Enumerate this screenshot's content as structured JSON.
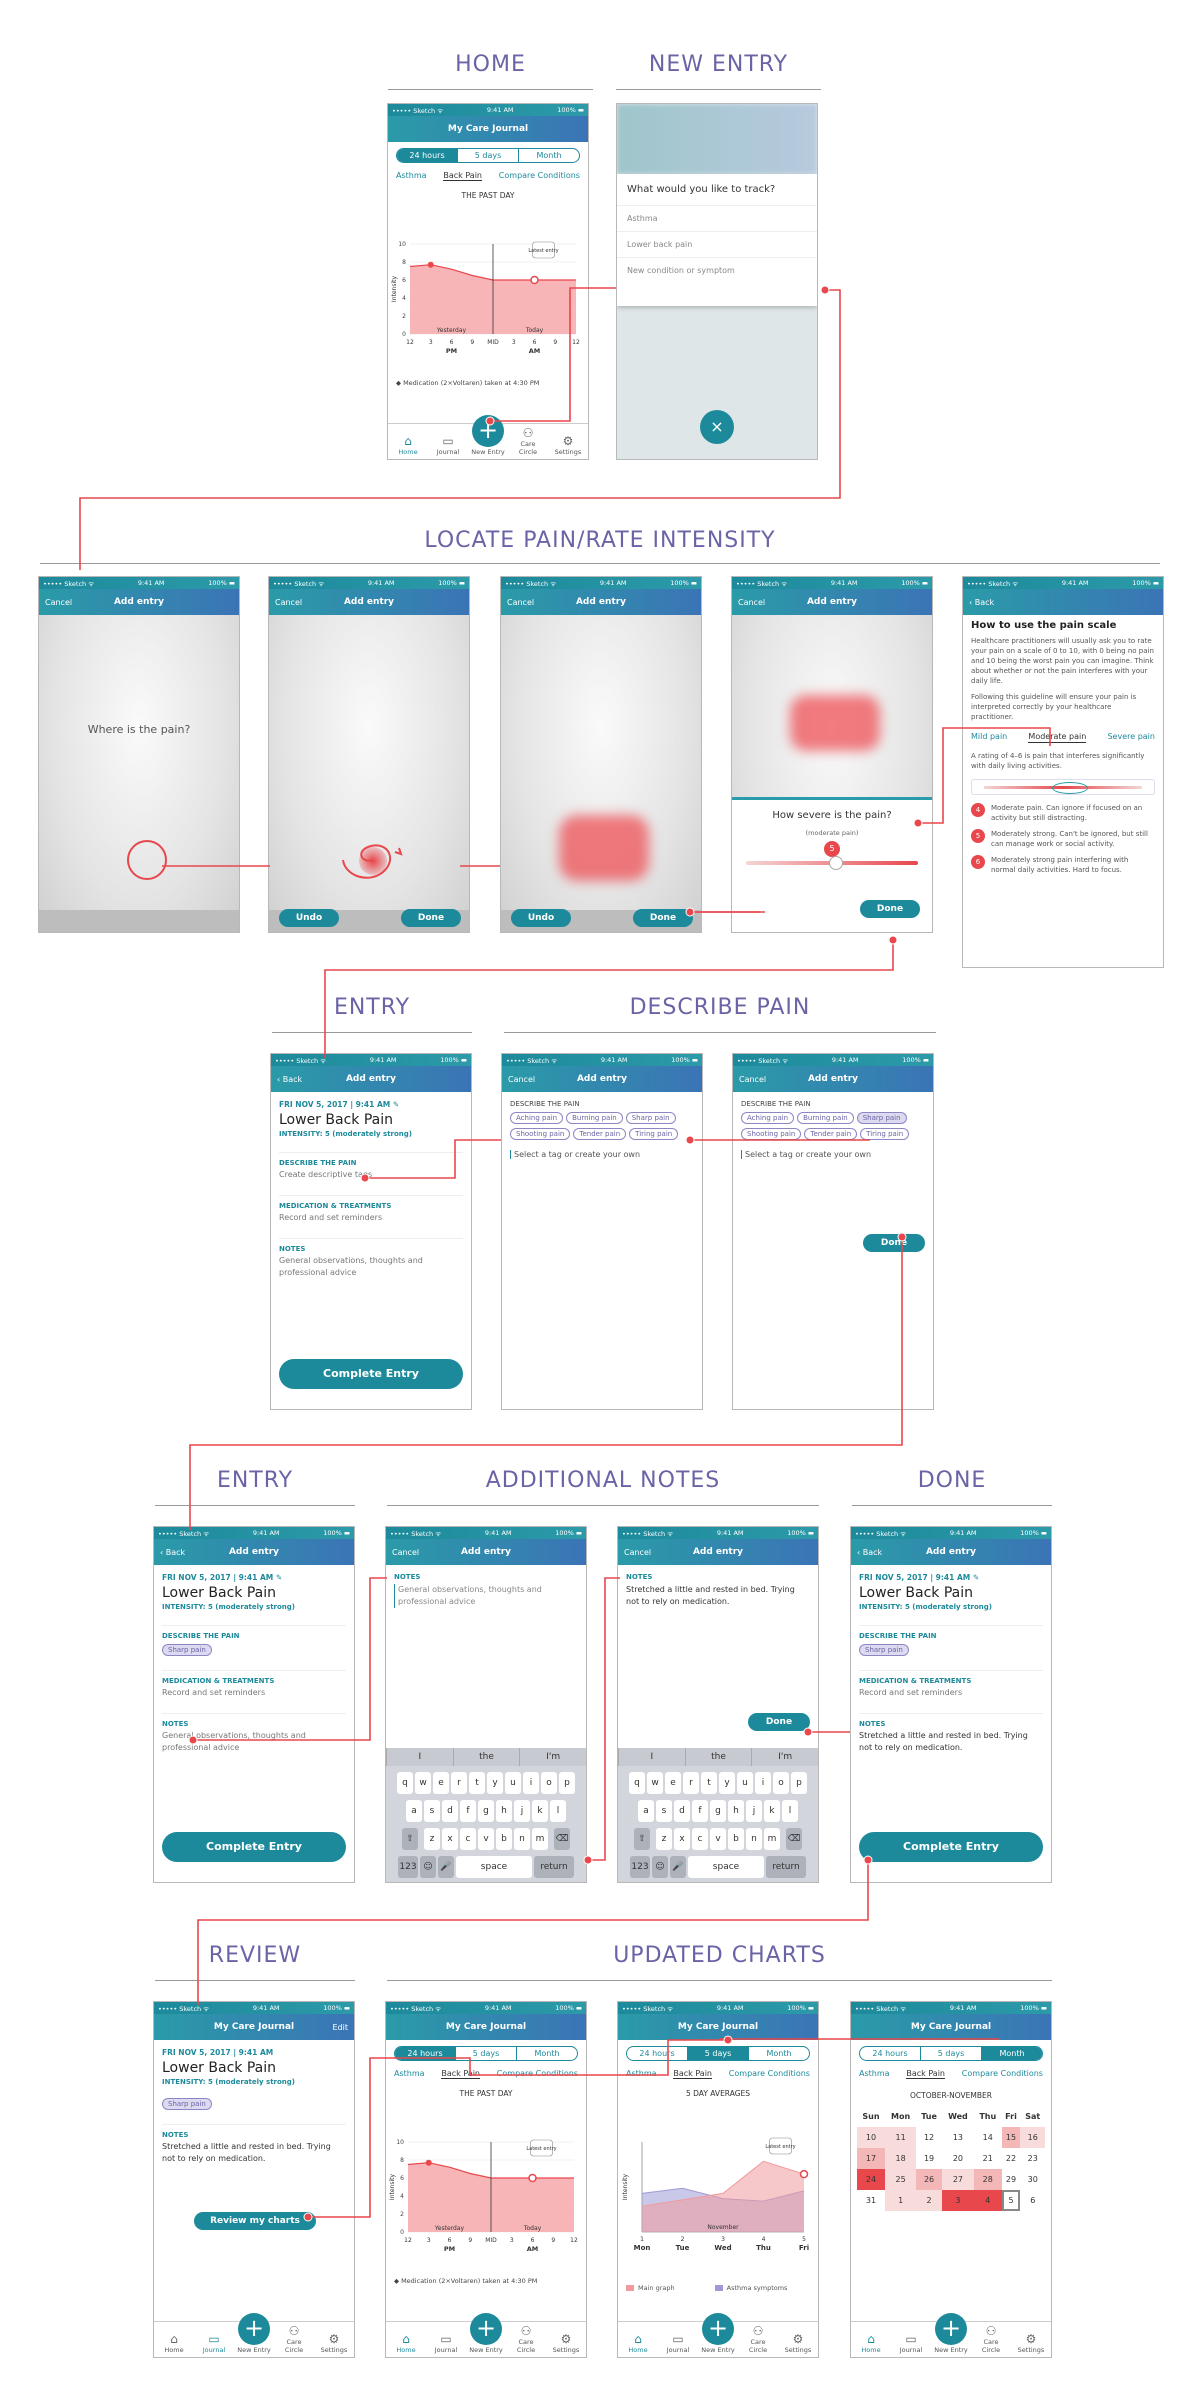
{
  "headings": {
    "home": "HOME",
    "new_entry": "NEW ENTRY",
    "locate": "LOCATE PAIN/RATE INTENSITY",
    "entry1": "ENTRY",
    "describe": "DESCRIBE PAIN",
    "entry2": "ENTRY",
    "notes": "ADDITIONAL NOTES",
    "done": "DONE",
    "review": "REVIEW",
    "updated": "UPDATED CHARTS"
  },
  "status": {
    "carrier": "••••• Sketch ᯤ",
    "time": "9:41 AM",
    "battery": "100% ▬"
  },
  "nav": {
    "journal": "My Care Journal",
    "add": "Add entry",
    "cancel": "Cancel",
    "back": "‹ Back",
    "edit": "Edit"
  },
  "range_tabs": [
    "24 hours",
    "5 days",
    "Month"
  ],
  "sub_tabs": [
    "Asthma",
    "Back Pain",
    "Compare Conditions"
  ],
  "tabbar": [
    {
      "icon": "⌂",
      "label": "Home"
    },
    {
      "icon": "▭",
      "label": "Journal"
    },
    {
      "icon": "+",
      "label": "New Entry"
    },
    {
      "icon": "⚇",
      "label": "Care Circle"
    },
    {
      "icon": "⚙",
      "label": "Settings"
    }
  ],
  "home": {
    "chart_title": "THE PAST DAY",
    "ylabel": "Intensity",
    "yticks": [
      "10",
      "8",
      "6",
      "4",
      "2",
      "0"
    ],
    "xticks": [
      "12",
      "3",
      "6",
      "9",
      "MID",
      "3",
      "6",
      "9",
      "12"
    ],
    "pm": "PM",
    "am": "AM",
    "yesterday": "Yesterday",
    "today": "Today",
    "callout": "Latest entry",
    "medication": "Medication (2×Voltaren) taken at 4:30 PM"
  },
  "new_entry": {
    "question": "What would you like to track?",
    "options": [
      "Asthma",
      "Lower back pain",
      "New condition or symptom"
    ],
    "close": "×"
  },
  "locate": {
    "where": "Where is the pain?",
    "undo": "Undo",
    "done": "Done",
    "severity_q": "How severe is the pain?",
    "severity_level": "(moderate pain)",
    "severity_value": "5"
  },
  "scale": {
    "title": "How to use the pain scale",
    "p1": "Healthcare practitioners will usually ask you to rate your pain on a scale of 0 to 10, with 0 being no pain and 10 being the worst pain you can imagine. Think about whether or not the pain interferes with your daily life.",
    "p2": "Following this guideline will ensure your pain is interpreted correctly by your healthcare practitioner.",
    "tabs": [
      "Mild pain",
      "Moderate pain",
      "Severe pain"
    ],
    "p3": "A rating of 4–6 is pain that interferes significantly with daily living activities.",
    "items": [
      {
        "n": "4",
        "t": "Moderate pain. Can ignore if focused on an activity but still distracting."
      },
      {
        "n": "5",
        "t": "Moderately strong. Can't be ignored, but still can manage work or social activity."
      },
      {
        "n": "6",
        "t": "Moderately strong pain interfering with normal daily activities. Hard to focus."
      }
    ]
  },
  "entry": {
    "date": "FRI NOV 5, 2017 | 9:41 AM",
    "title": "Lower Back Pain",
    "intensity": "INTENSITY: 5 (moderately strong)",
    "describe_h": "DESCRIBE THE PAIN",
    "describe_p": "Create descriptive tags",
    "med_h": "MEDICATION & TREATMENTS",
    "med_p": "Record and set reminders",
    "notes_h": "NOTES",
    "notes_p": "General observations, thoughts and professional advice",
    "complete": "Complete Entry",
    "sharp": "Sharp pain",
    "note_text": "Stretched a little and rested in bed. Trying not to rely on medication.",
    "review_btn": "Review my charts"
  },
  "describe": {
    "heading": "DESCRIBE THE PAIN",
    "tags": [
      "Aching pain",
      "Burning pain",
      "Sharp pain",
      "Shooting pain",
      "Tender pain",
      "Tiring pain"
    ],
    "input": "Select a tag or create your own",
    "done": "Done"
  },
  "keyboard": {
    "sug": [
      "I",
      "the",
      "I'm"
    ],
    "r1": [
      "q",
      "w",
      "e",
      "r",
      "t",
      "y",
      "u",
      "i",
      "o",
      "p"
    ],
    "r2": [
      "a",
      "s",
      "d",
      "f",
      "g",
      "h",
      "j",
      "k",
      "l"
    ],
    "r3": [
      "z",
      "x",
      "c",
      "v",
      "b",
      "n",
      "m"
    ],
    "shift": "⇧",
    "del": "⌫",
    "num": "123",
    "emoji": "☺",
    "mic": "🎤",
    "space": "space",
    "ret": "return"
  },
  "five_day": {
    "title": "5 DAY AVERAGES",
    "xticks": [
      "1",
      "2",
      "3",
      "4",
      "5"
    ],
    "days": [
      "Mon",
      "Tue",
      "Wed",
      "Thu",
      "Fri"
    ],
    "month_label": "November",
    "legend_main": "Main graph",
    "legend_asthma": "Asthma symptoms"
  },
  "calendar": {
    "title": "OCTOBER-NOVEMBER",
    "dows": [
      "Sun",
      "Mon",
      "Tue",
      "Wed",
      "Thu",
      "Fri",
      "Sat"
    ],
    "weeks": [
      [
        "",
        "",
        "",
        "",
        "",
        "",
        ""
      ],
      [
        "10",
        "11",
        "12",
        "13",
        "14",
        "15",
        "16"
      ],
      [
        "17",
        "18",
        "19",
        "20",
        "21",
        "22",
        "23"
      ],
      [
        "24",
        "25",
        "26",
        "27",
        "28",
        "29",
        "30"
      ],
      [
        "31",
        "1",
        "2",
        "3",
        "4",
        "5",
        "6"
      ]
    ]
  },
  "chart_data": [
    {
      "type": "area",
      "title": "THE PAST DAY",
      "ylabel": "Intensity",
      "ylim": [
        0,
        10
      ],
      "x": [
        "12",
        "3",
        "6",
        "9",
        "MID",
        "3",
        "6",
        "9",
        "12"
      ],
      "values": [
        7.5,
        7.7,
        7.2,
        6.5,
        6,
        6,
        6,
        6,
        6
      ]
    },
    {
      "type": "area",
      "title": "5 DAY AVERAGES",
      "ylabel": "Intensity",
      "x": [
        "1",
        "2",
        "3",
        "4",
        "5"
      ],
      "series": [
        {
          "name": "Main graph",
          "values": [
            2,
            2.5,
            3,
            5.5,
            4.5
          ]
        },
        {
          "name": "Asthma symptoms",
          "values": [
            3,
            3.4,
            2.6,
            2.4,
            3.2
          ]
        }
      ]
    }
  ],
  "colors": {
    "teal": "#1d8a9b",
    "purple": "#6a64a6",
    "red": "#e8474c"
  }
}
